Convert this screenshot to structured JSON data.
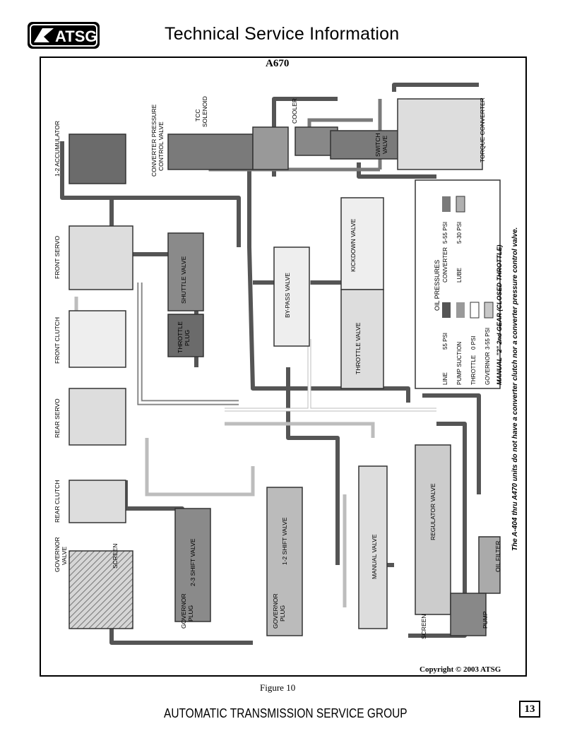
{
  "header": {
    "logo_text": "ATSG",
    "title": "Technical Service Information"
  },
  "diagram": {
    "model": "A670",
    "components": {
      "accumulator": "1-2 ACCUMULATOR",
      "cpc_valve_line1": "CONVERTER PRESSURE",
      "cpc_valve_line2": "CONTROL VALVE",
      "tcc_line1": "TCC",
      "tcc_line2": "SOLENOID",
      "cooler": "COOLER",
      "switch_valve_line1": "SWITCH",
      "switch_valve_line2": "VALVE",
      "torque_converter": "TORQUE CONVERTER",
      "front_servo": "FRONT SERVO",
      "shuttle_valve": "SHUTTLE VALVE",
      "bypass_valve": "BY-PASS VALVE",
      "kickdown_valve": "KICKDOWN VALVE",
      "throttle_plug_line1": "THROTTLE",
      "throttle_plug_line2": "PLUG",
      "throttle_valve": "THROTTLE VALVE",
      "front_clutch": "FRONT CLUTCH",
      "rear_servo": "REAR SERVO",
      "rear_clutch": "REAR CLUTCH",
      "governor_valve_line1": "GOVERNOR",
      "governor_valve_line2": "VALVE",
      "screen_left": "SCREEN",
      "shift_23": "2-3 SHIFT VALVE",
      "shift_12": "1-2 SHIFT VALVE",
      "gov_plug_line1": "GOVERNOR",
      "gov_plug_line2": "PLUG",
      "manual_valve": "MANUAL VALVE",
      "regulator_valve": "REGULATOR VALVE",
      "oil_filter": "OIL FILTER",
      "pump": "PUMP",
      "screen_bottom": "SCREEN"
    },
    "legend": {
      "heading": "OIL PRESSURES",
      "items": [
        {
          "name": "LINE",
          "value": "55 PSI",
          "color": "#555555"
        },
        {
          "name": "PUMP SUCTION",
          "value": "",
          "color": "#9a9a9a"
        },
        {
          "name": "THROTTLE",
          "value": "0 PSI",
          "color": "#ffffff"
        },
        {
          "name": "GOVERNOR",
          "value": "3-55 PSI",
          "color": "#c8c8c8"
        },
        {
          "name": "CONVERTER",
          "value": "5-55 PSI",
          "color": "#7a7a7a"
        },
        {
          "name": "LUBE",
          "value": "5-30 PSI",
          "color": "#b0b0b0"
        }
      ],
      "condition": "MANUAL \"2\" 2nd GEAR (CLOSED THROTTLE)"
    },
    "note": "The A-404 thru A470 units do not have a converter clutch nor a converter pressure control valve.",
    "copyright": "Copyright © 2003 ATSG"
  },
  "figure_caption": "Figure 10",
  "footer": {
    "org": "AUTOMATIC TRANSMISSION SERVICE GROUP",
    "page": "13"
  }
}
